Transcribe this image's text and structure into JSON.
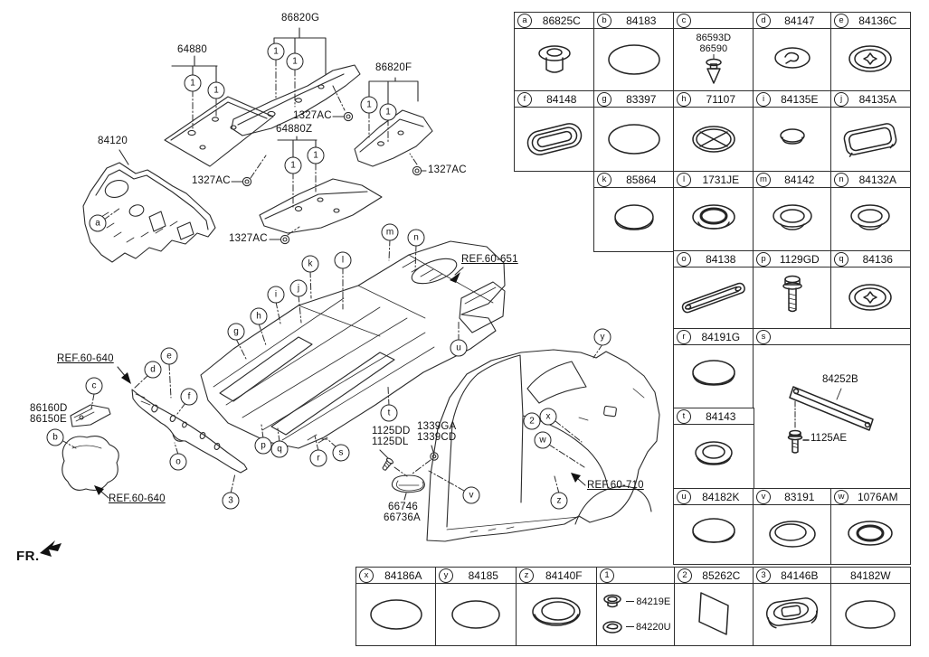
{
  "diagram": {
    "labels": {
      "l64880": "64880",
      "l86820G": "86820G",
      "l86820F": "86820F",
      "l84120": "84120",
      "l64880Z": "64880Z",
      "l1327AC_1": "1327AC",
      "l1327AC_2": "1327AC",
      "l1327AC_3": "1327AC",
      "l1327AC_4": "1327AC",
      "ref60_651": "REF.60-651",
      "ref60_640a": "REF.60-640",
      "ref60_640b": "REF.60-640",
      "ref60_710": "REF.60-710",
      "l86160D": "86160D",
      "l86150E": "86150E",
      "l66746": "66746",
      "l66736A": "66736A",
      "l1125DD": "1125DD",
      "l1125DL": "1125DL",
      "l1339GA": "1339GA",
      "l1339CD": "1339CD",
      "fr": "FR."
    },
    "callouts": {
      "a": "a",
      "b": "b",
      "c": "c",
      "d": "d",
      "e": "e",
      "f": "f",
      "g": "g",
      "h": "h",
      "i": "i",
      "j": "j",
      "k": "k",
      "l": "l",
      "m": "m",
      "n": "n",
      "o": "o",
      "p": "p",
      "q": "q",
      "r": "r",
      "s": "s",
      "t": "t",
      "u": "u",
      "v": "v",
      "w": "w",
      "x": "x",
      "y": "y",
      "z": "z",
      "n1": "1",
      "n2": "2",
      "n3": "3"
    }
  },
  "table": {
    "cells": {
      "a": {
        "letter": "a",
        "code": "86825C"
      },
      "b": {
        "letter": "b",
        "code": "84183"
      },
      "c": {
        "letter": "c",
        "labels": [
          "86593D",
          "86590"
        ]
      },
      "d": {
        "letter": "d",
        "code": "84147"
      },
      "e": {
        "letter": "e",
        "code": "84136C"
      },
      "f": {
        "letter": "f",
        "code": "84148"
      },
      "g": {
        "letter": "g",
        "code": "83397"
      },
      "h": {
        "letter": "h",
        "code": "71107"
      },
      "i": {
        "letter": "i",
        "code": "84135E"
      },
      "j": {
        "letter": "j",
        "code": "84135A"
      },
      "k": {
        "letter": "k",
        "code": "85864"
      },
      "l": {
        "letter": "l",
        "code": "1731JE"
      },
      "m": {
        "letter": "m",
        "code": "84142"
      },
      "n": {
        "letter": "n",
        "code": "84132A"
      },
      "o": {
        "letter": "o",
        "code": "84138"
      },
      "p": {
        "letter": "p",
        "code": "1129GD"
      },
      "q": {
        "letter": "q",
        "code": "84136"
      },
      "r": {
        "letter": "r",
        "code": "84191G"
      },
      "s": {
        "letter": "s",
        "part_label": "84252B",
        "bolt_label": "1125AE"
      },
      "t": {
        "letter": "t",
        "code": "84143"
      },
      "u": {
        "letter": "u",
        "code": "84182K"
      },
      "v": {
        "letter": "v",
        "code": "83191"
      },
      "w": {
        "letter": "w",
        "code": "1076AM"
      },
      "x": {
        "letter": "x",
        "code": "84186A"
      },
      "y": {
        "letter": "y",
        "code": "84185"
      },
      "z": {
        "letter": "z",
        "code": "84140F"
      },
      "n1": {
        "letter": "1",
        "item_labels": [
          "84219E",
          "84220U"
        ]
      },
      "n2": {
        "letter": "2",
        "code": "85262C"
      },
      "n3": {
        "letter": "3",
        "code": "84146B"
      },
      "w2": {
        "code": "84182W"
      }
    }
  }
}
